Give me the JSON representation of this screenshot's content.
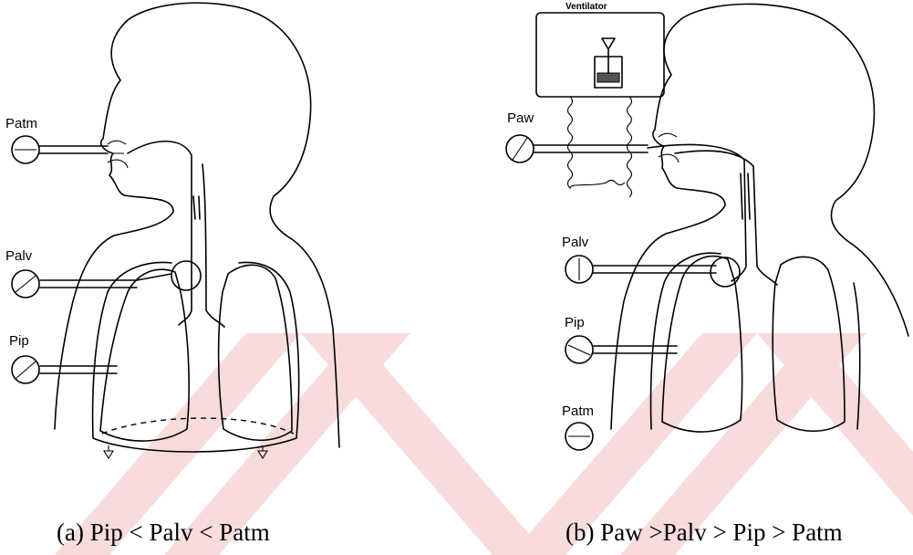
{
  "panel_a": {
    "labels": {
      "patm": "Patm",
      "palv": "Palv",
      "pip": "Pip"
    },
    "caption": "(a) Pip < Palv < Patm"
  },
  "panel_b": {
    "ventilator_label": "Ventilator",
    "labels": {
      "paw": "Paw",
      "palv": "Palv",
      "pip": "Pip",
      "patm": "Patm"
    },
    "caption": "(b) Paw >Palv > Pip > Patm"
  },
  "colors": {
    "watermark": "#f6d0d0",
    "line": "#000000"
  }
}
